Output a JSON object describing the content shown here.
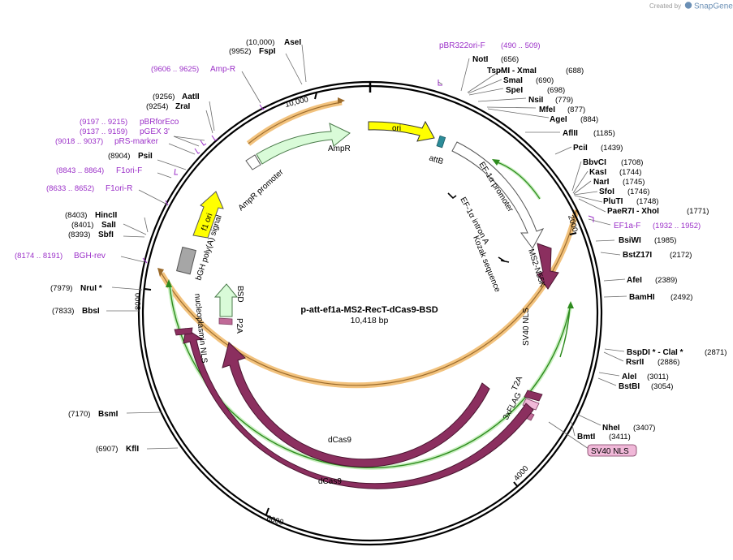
{
  "watermark": {
    "prefix": "Created by",
    "brand": "SnapGene"
  },
  "plasmid": {
    "name": "p-att-ef1a-MS2-RecT-dCas9-BSD",
    "length_label": "10,418 bp"
  },
  "ticks": [
    {
      "label": "10,000"
    },
    {
      "label": "2000"
    },
    {
      "label": "4000"
    },
    {
      "label": "6000"
    },
    {
      "label": "8000"
    }
  ],
  "enzymes": [
    {
      "name": "AseI",
      "pos": "(10,000)"
    },
    {
      "name": "FspI",
      "pos": "(9952)"
    },
    {
      "name": "AatII",
      "pos": "(9256)"
    },
    {
      "name": "ZraI",
      "pos": "(9254)"
    },
    {
      "name": "PsiI",
      "pos": "(8904)"
    },
    {
      "name": "HincII",
      "pos": "(8403)"
    },
    {
      "name": "SalI",
      "pos": "(8401)"
    },
    {
      "name": "SbfI",
      "pos": "(8393)"
    },
    {
      "name": "NruI *",
      "pos": "(7979)"
    },
    {
      "name": "BbsI",
      "pos": "(7833)"
    },
    {
      "name": "BsmI",
      "pos": "(7170)"
    },
    {
      "name": "KflI",
      "pos": "(6907)"
    },
    {
      "name": "NotI",
      "pos": "(656)"
    },
    {
      "name": "TspMI - XmaI",
      "pos": "(688)"
    },
    {
      "name": "SmaI",
      "pos": "(690)"
    },
    {
      "name": "SpeI",
      "pos": "(698)"
    },
    {
      "name": "NsiI",
      "pos": "(779)"
    },
    {
      "name": "MfeI",
      "pos": "(877)"
    },
    {
      "name": "AgeI",
      "pos": "(884)"
    },
    {
      "name": "AflII",
      "pos": "(1185)"
    },
    {
      "name": "PciI",
      "pos": "(1439)"
    },
    {
      "name": "BbvCI",
      "pos": "(1708)"
    },
    {
      "name": "KasI",
      "pos": "(1744)"
    },
    {
      "name": "NarI",
      "pos": "(1745)"
    },
    {
      "name": "SfoI",
      "pos": "(1746)"
    },
    {
      "name": "PluTI",
      "pos": "(1748)"
    },
    {
      "name": "PaeR7I - XhoI",
      "pos": "(1771)"
    },
    {
      "name": "BsiWI",
      "pos": "(1985)"
    },
    {
      "name": "BstZ17I",
      "pos": "(2172)"
    },
    {
      "name": "AfeI",
      "pos": "(2389)"
    },
    {
      "name": "BamHI",
      "pos": "(2492)"
    },
    {
      "name": "BspDI * - ClaI *",
      "pos": "(2871)"
    },
    {
      "name": "RsrII",
      "pos": "(2886)"
    },
    {
      "name": "AleI",
      "pos": "(3011)"
    },
    {
      "name": "BstBI",
      "pos": "(3054)"
    },
    {
      "name": "NheI",
      "pos": "(3407)"
    },
    {
      "name": "BmtI",
      "pos": "(3411)"
    }
  ],
  "primers": [
    {
      "name": "Amp-R",
      "pos": "(9606 .. 9625)"
    },
    {
      "name": "pBRforEco",
      "pos": "(9197 .. 9215)"
    },
    {
      "name": "pGEX 3'",
      "pos": "(9137 .. 9159)"
    },
    {
      "name": "pRS-marker",
      "pos": "(9018 .. 9037)"
    },
    {
      "name": "F1ori-F",
      "pos": "(8843 .. 8864)"
    },
    {
      "name": "F1ori-R",
      "pos": "(8633 .. 8652)"
    },
    {
      "name": "BGH-rev",
      "pos": "(8174 .. 8191)"
    },
    {
      "name": "pBR322ori-F",
      "pos": "(490 .. 509)"
    },
    {
      "name": "EF1a-F",
      "pos": "(1932 .. 1952)"
    }
  ],
  "features": {
    "ori": "ori",
    "attB": "attB",
    "ef1a_promoter": "EF-1α promoter",
    "ef1a_intron": "EF-1α intron A",
    "kozak": "Kozak sequence",
    "ms2": "MS2-N55K",
    "sv40_nls": "SV40 NLS",
    "t2a": "T2A",
    "flag": "3xFLAG",
    "dcas9_inner": "dCas9",
    "dcas9_outer": "dCas9",
    "nucleoplasmin": "nucleoplasmin NLS",
    "p2a": "P2A",
    "bsd": "BSD",
    "bgh": "bGH poly(A) signal",
    "f1ori": "f1 ori",
    "ampr_promoter": "AmpR promoter",
    "ampr": "AmpR",
    "sv40_nls_box": "SV40 NLS"
  },
  "colors": {
    "backbone": "#000000",
    "primer": "#9b30c8",
    "orange_band": "#f2c27d",
    "green_band": "#2e8b1e",
    "cds_maroon": "#8b2f5f",
    "ori_yellow": "#ffff00",
    "attB_teal": "#2c8c99",
    "ampr_green": "#d9fbd8",
    "bsd_green": "#d9fbd8",
    "bgh_gray": "#a6a6a6",
    "nls_pink": "#f0b8d8"
  }
}
